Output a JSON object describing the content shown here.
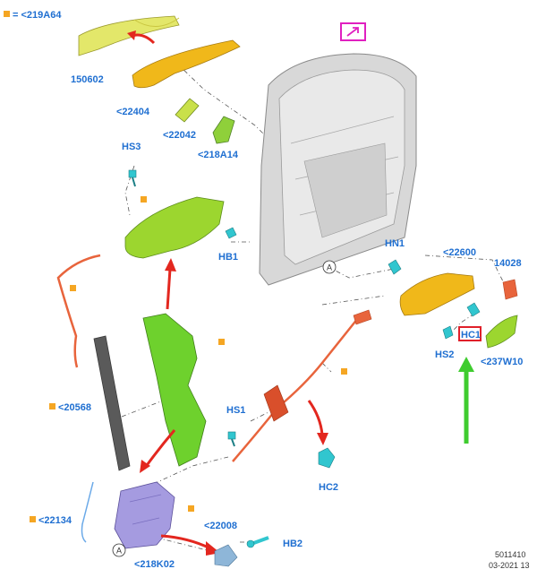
{
  "legend": {
    "text": "= <219A64",
    "marker_color": "#f5a623"
  },
  "labels": {
    "p150602": "150602",
    "p22404": "<22404",
    "p22042": "<22042",
    "p218A14": "<218A14",
    "hs3": "HS3",
    "hb1": "HB1",
    "hn1": "HN1",
    "p22600": "<22600",
    "p14028": "14028",
    "hc1": "HC1",
    "hs2": "HS2",
    "p237W10": "<237W10",
    "p20568": "<20568",
    "hs1": "HS1",
    "hc2": "HC2",
    "p22134": "<22134",
    "p22008": "<22008",
    "hb2": "HB2",
    "p218K02": "<218K02"
  },
  "callouts": {
    "a_top": "A",
    "a_bottom": "A"
  },
  "footer": {
    "code": "5011410",
    "date": "03-2021 13"
  },
  "colors": {
    "label_blue": "#1f6fd1",
    "marker_orange": "#f5a623",
    "magenta_box": "#e020c0",
    "highlight_red": "#e0202a",
    "arrow_red": "#e3271f",
    "arrow_green": "#3fcc2f",
    "door_gray": "#d8d8d8",
    "handle_gold": "#f0b81a",
    "bracket_green": "#6ed12d",
    "latch_purple": "#a59be0",
    "cable_orange": "#e8643c",
    "fastener_teal": "#31c6cf"
  }
}
